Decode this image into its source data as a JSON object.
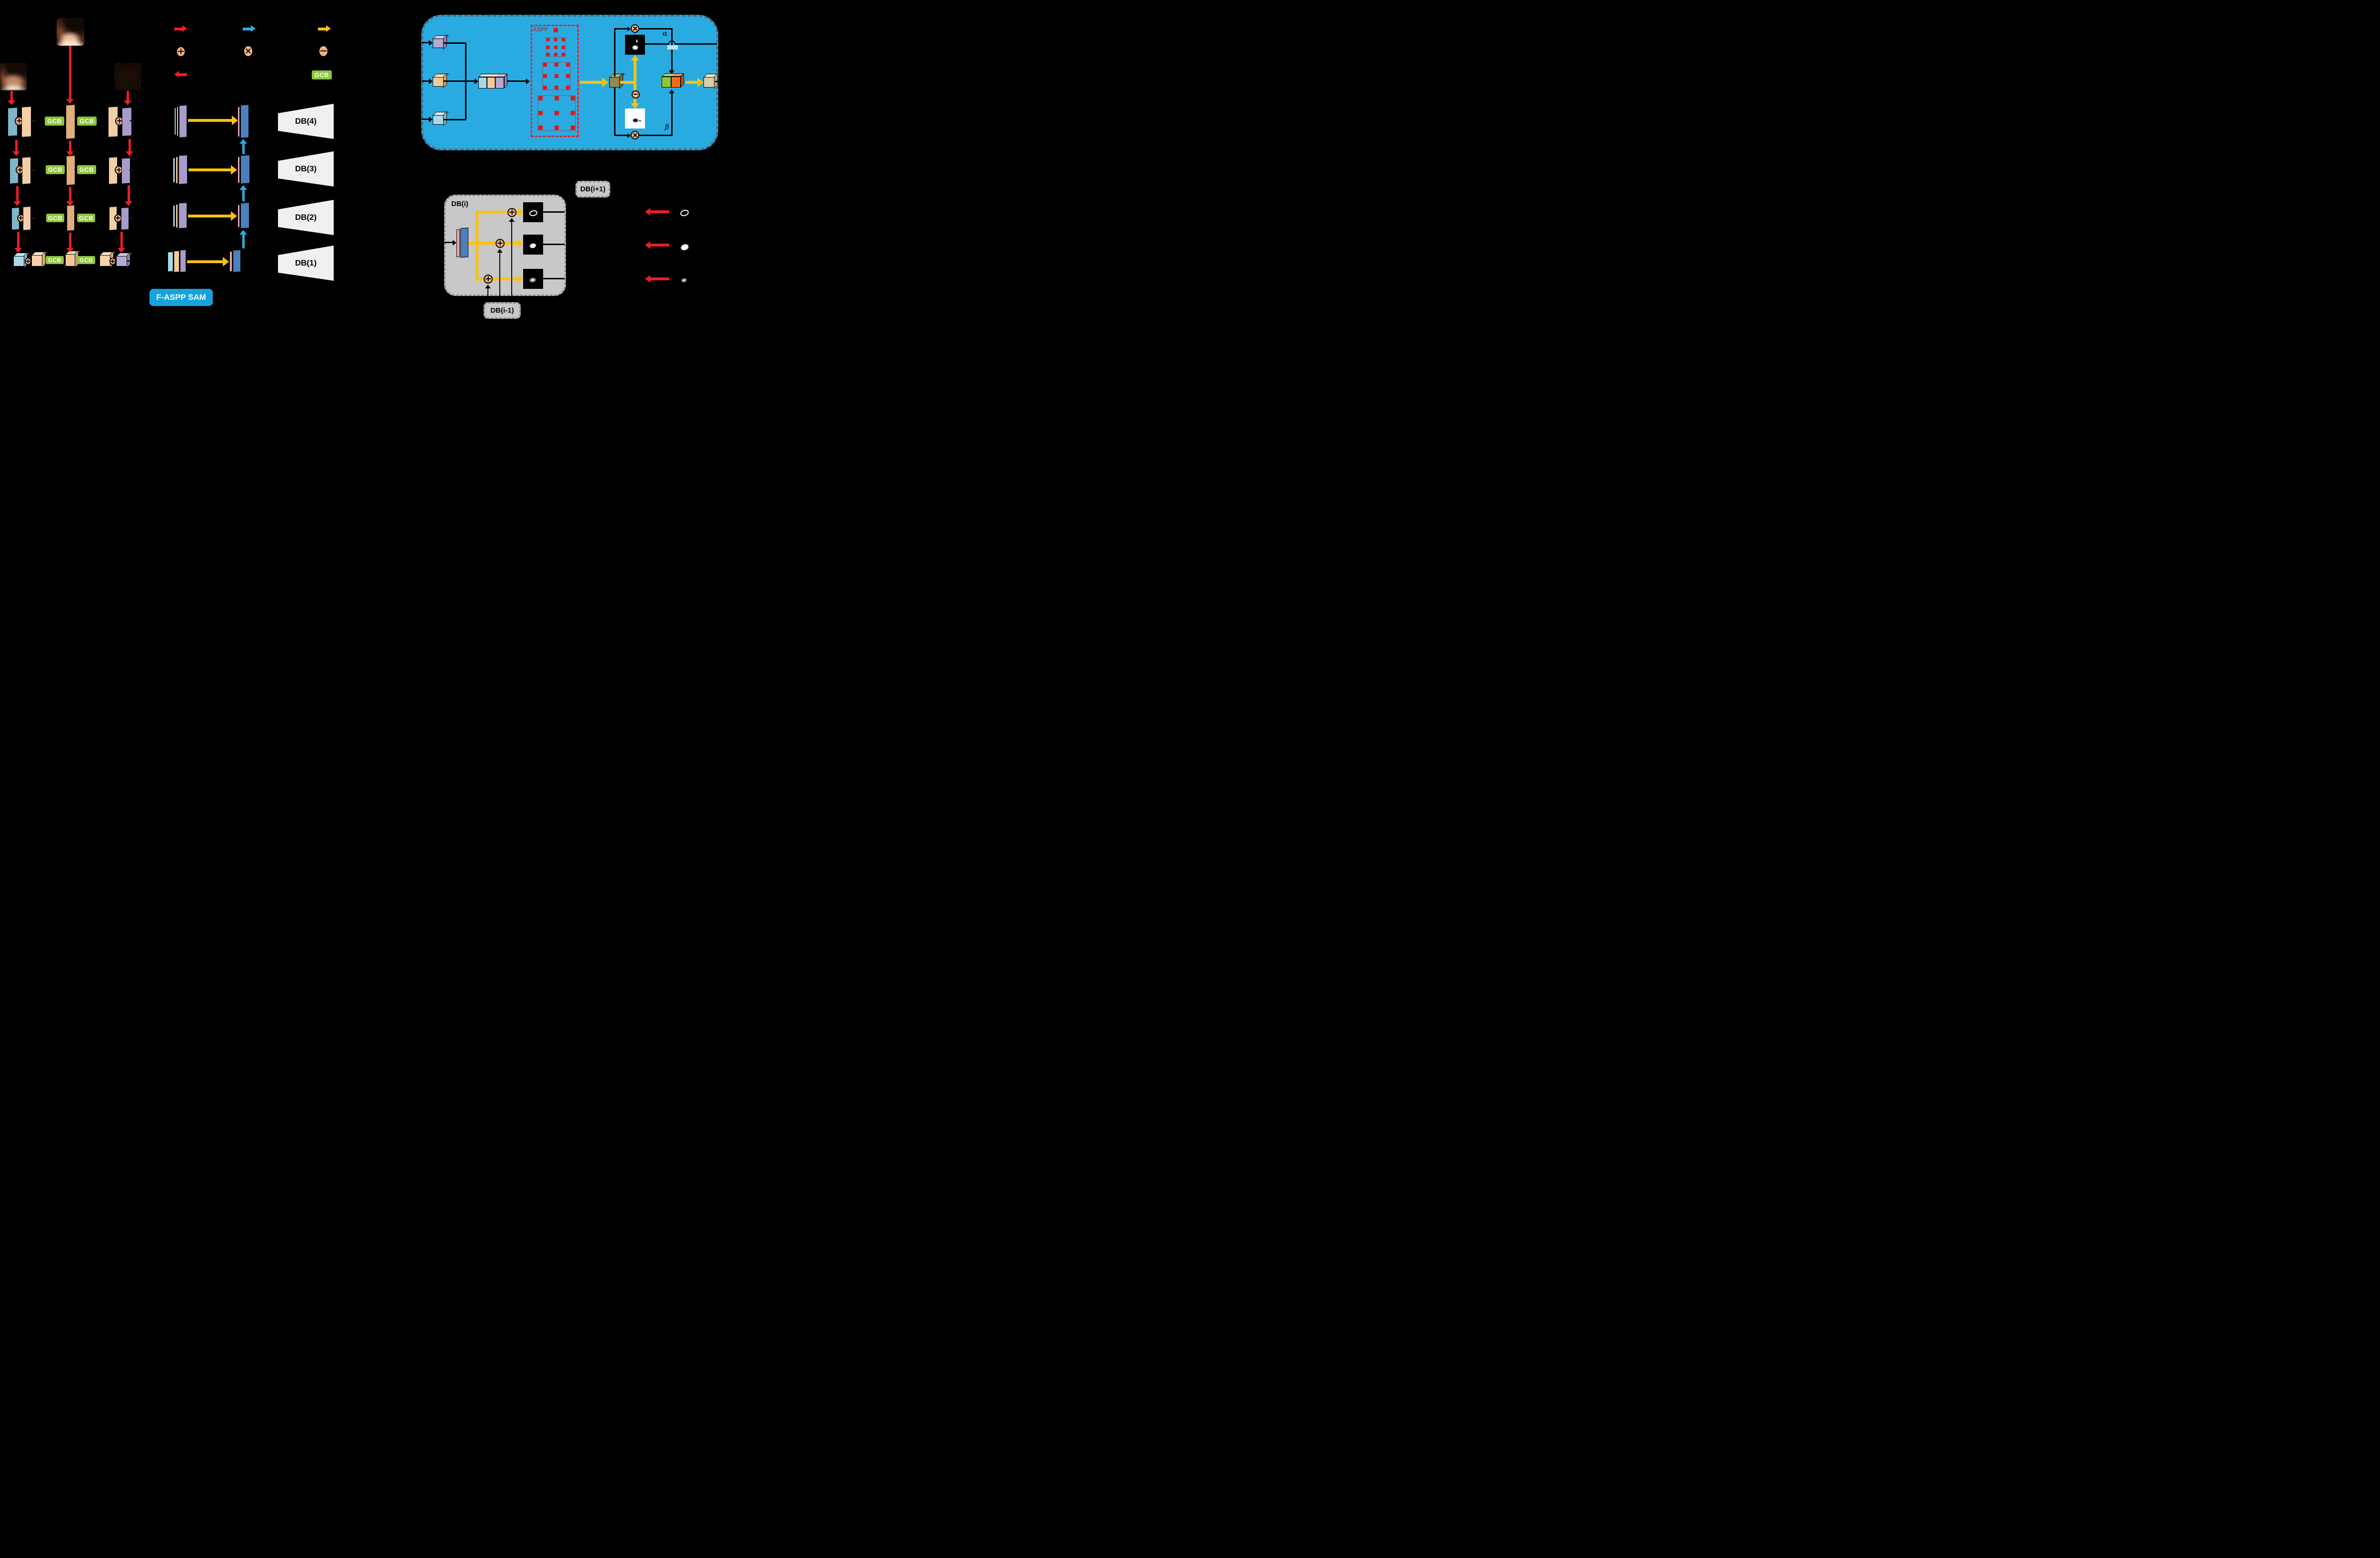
{
  "labels": {
    "gcb": "GCB",
    "db4": "DB(4)",
    "db3": "DB(3)",
    "db2": "DB(2)",
    "db1": "DB(1)",
    "aspp": "ASPP",
    "faspp": "F-ASPP SAM",
    "dbi": "DB(i)",
    "dbip1": "DB(i+1)",
    "dbim1": "DB(i-1)",
    "alpha": "α",
    "beta": "β"
  },
  "colors": {
    "background": "#000000",
    "red_arrow": "#ee1c25",
    "yellow_arrow": "#fcc10f",
    "blue_arrow": "#29abe2",
    "gcb_green": "#8cc63e",
    "op_peach": "#f5b183",
    "blue_module_fill": "#29abe2",
    "blue_module_border": "#44708a",
    "aspp_red": "#ec1c24",
    "aspp_grid_border": "#5b7b9e",
    "gray_module": "#c8c8c8",
    "decoder_block": "#f0f0f0",
    "plate_blue": "#7fb6c9",
    "plate_tan": "#f3cfa6",
    "plate_tan_dark": "#e2ae7e",
    "plate_purple": "#a79cc9",
    "stack_cyan": "#a9d8e8",
    "stack_orange": "#f8c898",
    "stack_pink": "#e9a9ad",
    "stack_blue": "#4b7fbd",
    "olive_cube": "#8f8c52",
    "green_cube": "#8cc63e",
    "orange_cube": "#f26a21",
    "tan_cube": "#d9cfae"
  },
  "legend": {
    "icons": [
      "red-arrow-right",
      "blue-arrow-right",
      "yellow-arrow-right",
      "plus-op",
      "multiply-op",
      "minus-op",
      "red-arrow-left",
      "gcb-chip"
    ]
  },
  "images": [
    "endoscopy-input",
    "laplacian-detail-left",
    "laplacian-detail-right",
    "attention-mask",
    "reverse-attention-mask",
    "edge-mask",
    "region-mask",
    "coarse-mask"
  ]
}
